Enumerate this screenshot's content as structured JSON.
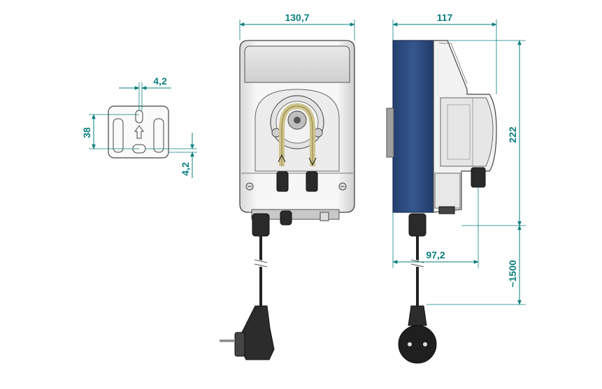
{
  "drawing": {
    "dimensions": {
      "front_width": "130,7",
      "side_depth": "117",
      "height": "222",
      "bracket_depth": "97,2",
      "cable_length": "~1500",
      "bracket_hole_spacing": "4,2",
      "bracket_hole_height": "38",
      "bracket_bottom_offset": "4,2"
    }
  },
  "colors": {
    "dimension": "#0b7f7f",
    "side_panel": "#2f4f86",
    "housing": "#f2f2f2",
    "window": "#dcdcdc",
    "cable": "#222222"
  }
}
